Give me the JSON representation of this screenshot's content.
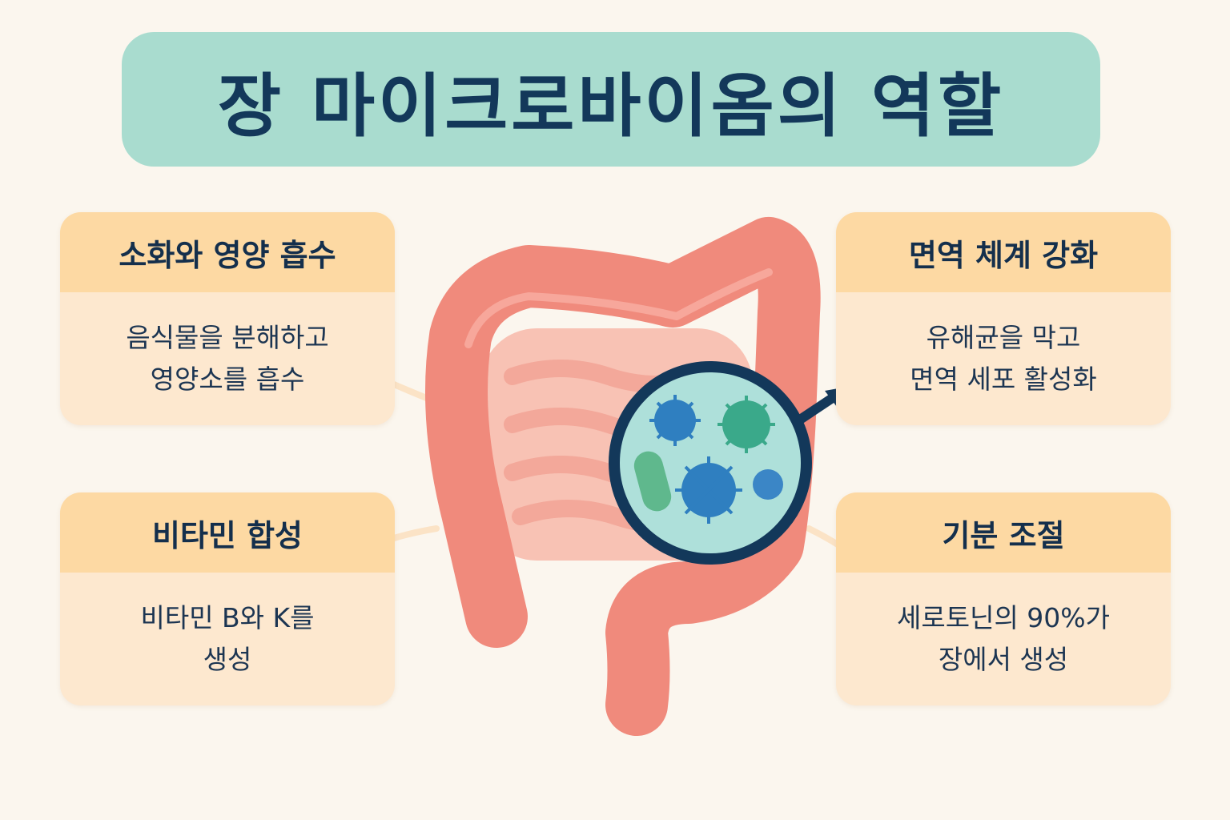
{
  "title": "장 마이크로바이옴의 역할",
  "cards": {
    "digestion": {
      "heading": "소화와 영양 흡수",
      "lines": [
        "음식물을 분해하고",
        "영양소를 흡수"
      ]
    },
    "immune": {
      "heading": "면역 체계 강화",
      "lines": [
        "유해균을 막고",
        "면역 세포 활성화"
      ]
    },
    "vitamin": {
      "heading": "비타민 합성",
      "lines": [
        "비타민 B와 K를",
        "생성"
      ]
    },
    "mood": {
      "heading": "기분 조절",
      "lines": [
        "세로토닌의 90%가",
        "장에서 생성"
      ]
    }
  },
  "icons": [
    "intestine-illustration",
    "magnifier-microbes-icon",
    "arrow-icon"
  ],
  "colors": {
    "background": "#fbf6ee",
    "title_banner": "#a9dccf",
    "title_text": "#13385a",
    "card_header": "#fdd9a3",
    "card_body": "#fde8cf",
    "intestine": "#f08a7c",
    "microbe_blue": "#2f7fc0",
    "microbe_green": "#3aa98a"
  }
}
